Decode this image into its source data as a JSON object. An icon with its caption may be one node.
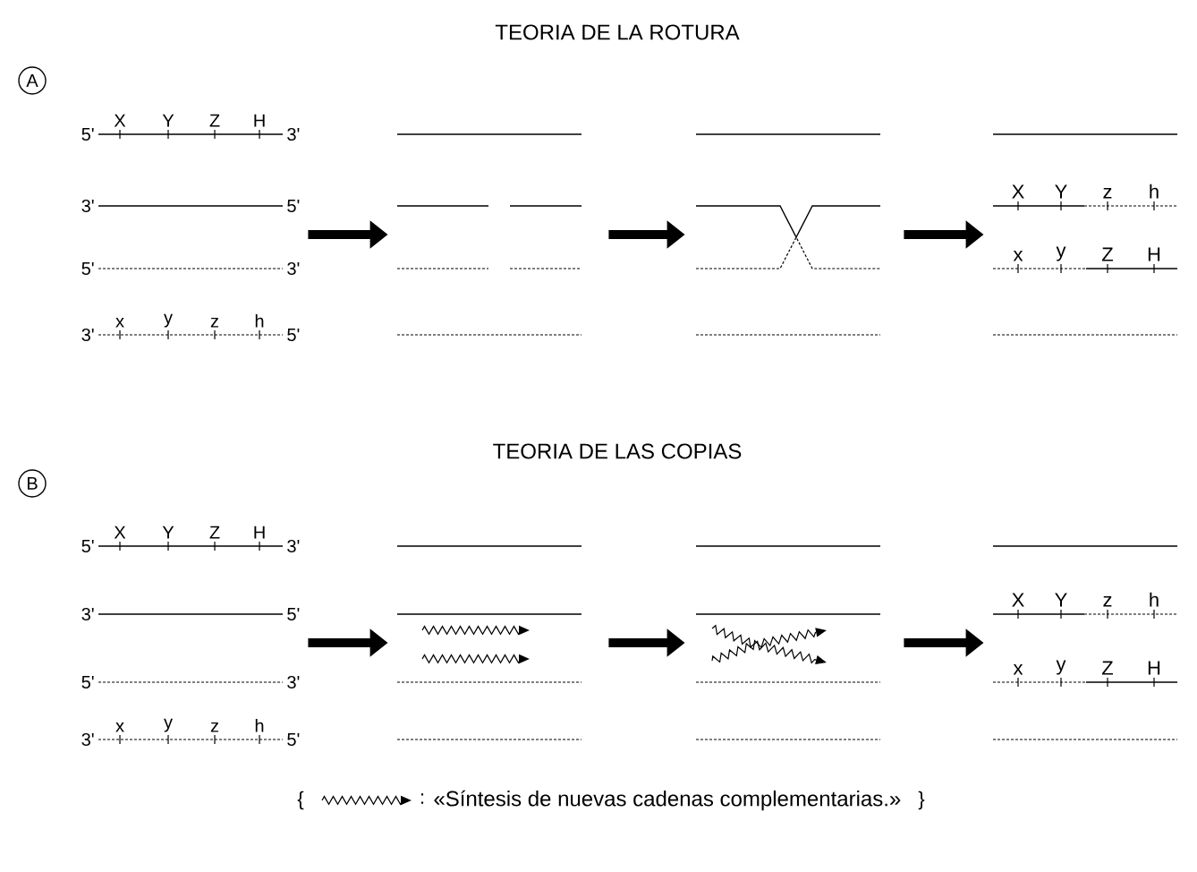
{
  "diagram": {
    "nodes": [
      {
        "text": [
          "A"
        ]
      },
      {
        "text": [],
        "shape": "picture"
      },
      {
        "text": [],
        "shape": "picture"
      },
      {
        "text": [],
        "shape": "picture"
      },
      {
        "text": [],
        "shape": "picture"
      },
      {
        "text": [
          "B"
        ]
      },
      {
        "text": [],
        "shape": "picture"
      },
      {
        "text": [],
        "shape": "picture"
      },
      {
        "text": [],
        "shape": "picture"
      },
      {
        "text": [],
        "shape": "picture"
      }
    ],
    "edges": [
      {
        "from": 1,
        "to": 2,
        "arrow": "to"
      },
      {
        "from": 2,
        "to": 3,
        "arrow": "to"
      },
      {
        "from": 3,
        "to": 4,
        "arrow": "to"
      },
      {
        "from": 6,
        "to": 7,
        "arrow": "to"
      },
      {
        "from": 7,
        "to": 8,
        "arrow": "to"
      },
      {
        "from": 8,
        "to": 9,
        "arrow": "to"
      }
    ],
    "labels": [
      "TEORIA DE LA ROTURA",
      "5'",
      "X",
      "Y",
      "Z",
      "H",
      "3'",
      "3'",
      "5'",
      "5'",
      "3'",
      "3'",
      "x",
      "y",
      "z",
      "h",
      "5'",
      "X",
      "Y",
      "z",
      "h",
      "x",
      "y",
      "Z",
      "H",
      "TEORIA DE LAS COPIAS",
      "5'",
      "X",
      "Y",
      "Z",
      "H",
      "3'",
      "3'",
      "5'",
      "5'",
      "3'",
      "3'",
      "x",
      "y",
      "z",
      "h",
      "5'",
      "X",
      "Y",
      "z",
      "h",
      "x",
      "y",
      "Z",
      "H",
      "{",
      ":",
      "}"
    ],
    "legend": [
      {
        "text": "«Síntesis de nuevas cadenas complementarias.»"
      }
    ]
  }
}
